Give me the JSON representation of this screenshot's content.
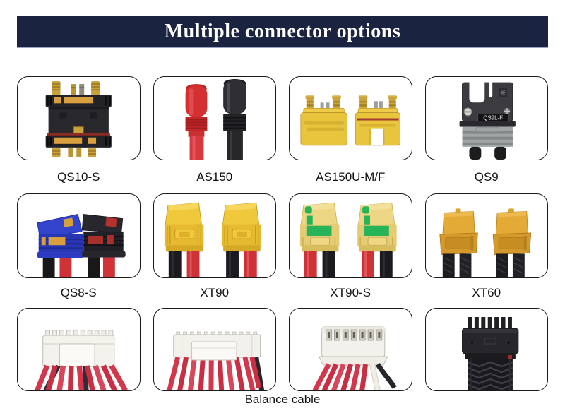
{
  "header": {
    "title": "Multiple connector options"
  },
  "colors": {
    "banner_bg": "#1a2340",
    "banner_underline": "#97a4c3",
    "banner_text": "#ffffff",
    "card_border": "#1a1a1a",
    "label_text": "#111111",
    "connector_yellow": "#eec83f",
    "connector_pale_yellow": "#ecd37f",
    "connector_amber": "#dc9f2f",
    "connector_blue": "#2d3bc0",
    "wire_red": "#d2374b",
    "wire_black": "#1b1b1f",
    "antispark_green": "#27b357"
  },
  "cells": [
    {
      "label": "QS10-S",
      "photo": "qs10-s-connector-photo"
    },
    {
      "label": "AS150",
      "photo": "as150-connector-photo"
    },
    {
      "label": "AS150U-M/F",
      "photo": "as150u-mf-connector-photo"
    },
    {
      "label": "QS9",
      "photo": "qs9-connector-photo",
      "photo_text": "QS9L-F"
    },
    {
      "label": "QS8-S",
      "photo": "qs8-s-connector-photo"
    },
    {
      "label": "XT90",
      "photo": "xt90-connector-photo"
    },
    {
      "label": "XT90-S",
      "photo": "xt90-s-connector-photo"
    },
    {
      "label": "XT60",
      "photo": "xt60-connector-photo"
    },
    {
      "label": "",
      "photo": "balance-cable-photo-1"
    },
    {
      "label": "",
      "photo": "balance-cable-photo-2"
    },
    {
      "label": "",
      "photo": "balance-cable-photo-3"
    },
    {
      "label": "",
      "photo": "balance-cable-photo-4"
    }
  ],
  "footer_caption": "Balance cable"
}
